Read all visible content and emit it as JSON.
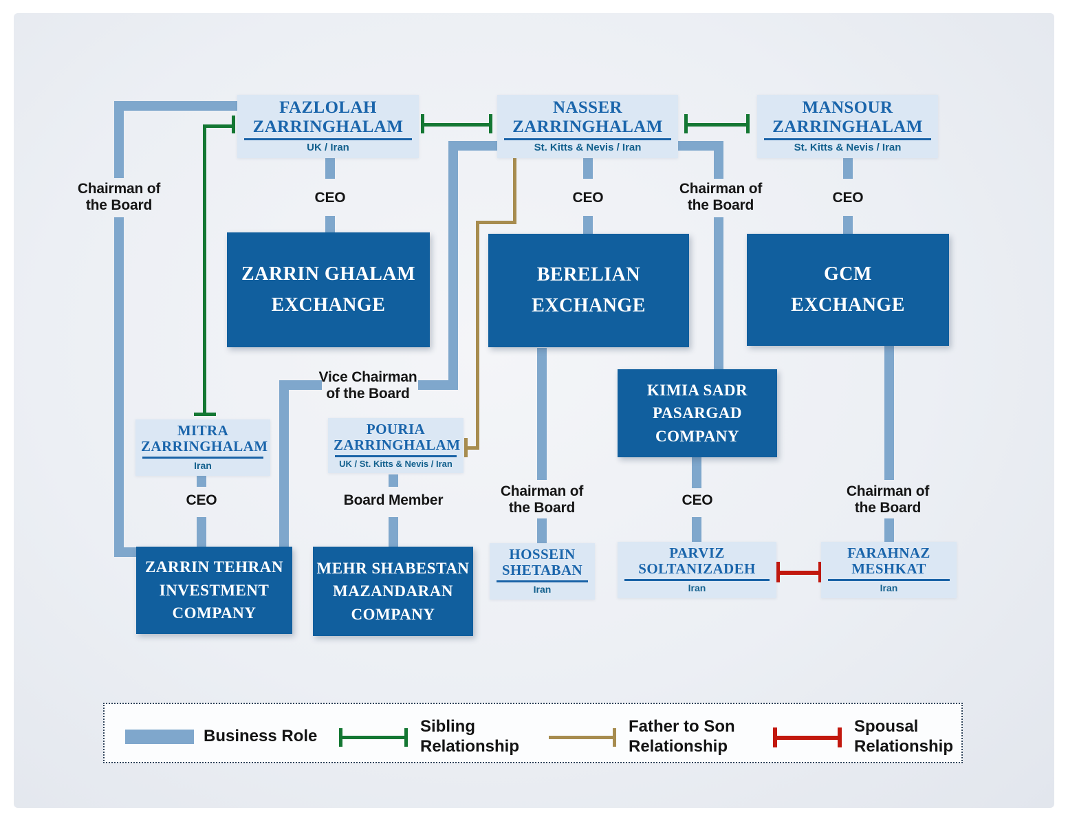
{
  "colors": {
    "company_box": "#115f9e",
    "person_node_bg": "#dbe7f4",
    "person_name_text": "#1a65ab",
    "country_text": "#14618e",
    "business_role_line": "#7fa7cc",
    "sibling_line": "#147733",
    "father_son_line": "#a78c4f",
    "spousal_line": "#c2180e",
    "role_label_text": "#151515",
    "panel_bg": "#edf0f4"
  },
  "persons": {
    "fazlolah": {
      "name": "FAZLOLAH\nZARRINGHALAM",
      "country": "UK / Iran"
    },
    "nasser": {
      "name": "NASSER\nZARRINGHALAM",
      "country": "St. Kitts & Nevis / Iran"
    },
    "mansour": {
      "name": "MANSOUR\nZARRINGHALAM",
      "country": "St. Kitts & Nevis / Iran"
    },
    "mitra": {
      "name": "MITRA\nZARRINGHALAM",
      "country": "Iran"
    },
    "pouria": {
      "name": "POURIA\nZARRINGHALAM",
      "country": "UK / St. Kitts & Nevis / Iran"
    },
    "hossein": {
      "name": "HOSSEIN\nSHETABAN",
      "country": "Iran"
    },
    "parviz": {
      "name": "PARVIZ\nSOLTANIZADEH",
      "country": "Iran"
    },
    "farahnaz": {
      "name": "FARAHNAZ\nMESHKAT",
      "country": "Iran"
    }
  },
  "companies": {
    "zarrin_ghalam": {
      "name": "ZARRIN GHALAM\nEXCHANGE"
    },
    "berelian": {
      "name": "BERELIAN\nEXCHANGE"
    },
    "gcm": {
      "name": "GCM\nEXCHANGE"
    },
    "kimia": {
      "name": "KIMIA SADR\nPASARGAD\nCOMPANY"
    },
    "zarrin_tehran": {
      "name": "ZARRIN TEHRAN\nINVESTMENT\nCOMPANY"
    },
    "mehr": {
      "name": "MEHR SHABESTAN\nMAZANDARAN\nCOMPANY"
    }
  },
  "roles": {
    "r1": "Chairman of\nthe Board",
    "r2": "CEO",
    "r3": "CEO",
    "r4": "Chairman of\nthe Board",
    "r5": "CEO",
    "r6": "Vice Chairman\nof the Board",
    "r7": "CEO",
    "r8": "Board Member",
    "r9": "Chairman of\nthe Board",
    "r10": "CEO",
    "r11": "Chairman of\nthe Board"
  },
  "legend": {
    "business_role": "Business Role",
    "sibling": "Sibling\nRelationship",
    "father_to_son": "Father to Son\nRelationship",
    "spousal": "Spousal\nRelationship"
  },
  "relationships": [
    {
      "from": "FAZLOLAH ZARRINGHALAM",
      "to": "ZARRIN GHALAM EXCHANGE",
      "type": "business",
      "role": "CEO"
    },
    {
      "from": "FAZLOLAH ZARRINGHALAM",
      "to": "ZARRIN TEHRAN INVESTMENT COMPANY",
      "type": "business",
      "role": "Chairman of the Board"
    },
    {
      "from": "NASSER ZARRINGHALAM",
      "to": "BERELIAN EXCHANGE",
      "type": "business",
      "role": "CEO"
    },
    {
      "from": "NASSER ZARRINGHALAM",
      "to": "ZARRIN TEHRAN INVESTMENT COMPANY",
      "type": "business",
      "role": "Vice Chairman of the Board"
    },
    {
      "from": "NASSER ZARRINGHALAM",
      "to": "KIMIA SADR PASARGAD COMPANY",
      "type": "business",
      "role": "Chairman of the Board"
    },
    {
      "from": "MANSOUR ZARRINGHALAM",
      "to": "GCM EXCHANGE",
      "type": "business",
      "role": "CEO"
    },
    {
      "from": "MITRA ZARRINGHALAM",
      "to": "ZARRIN TEHRAN INVESTMENT COMPANY",
      "type": "business",
      "role": "CEO"
    },
    {
      "from": "POURIA ZARRINGHALAM",
      "to": "MEHR SHABESTAN MAZANDARAN COMPANY",
      "type": "business",
      "role": "Board Member"
    },
    {
      "from": "HOSSEIN SHETABAN",
      "to": "BERELIAN EXCHANGE",
      "type": "business",
      "role": "Chairman of the Board"
    },
    {
      "from": "PARVIZ SOLTANIZADEH",
      "to": "KIMIA SADR PASARGAD COMPANY",
      "type": "business",
      "role": "CEO"
    },
    {
      "from": "FARAHNAZ MESHKAT",
      "to": "GCM EXCHANGE",
      "type": "business",
      "role": "Chairman of the Board"
    },
    {
      "from": "FAZLOLAH ZARRINGHALAM",
      "to": "NASSER ZARRINGHALAM",
      "type": "sibling"
    },
    {
      "from": "NASSER ZARRINGHALAM",
      "to": "MANSOUR ZARRINGHALAM",
      "type": "sibling"
    },
    {
      "from": "FAZLOLAH ZARRINGHALAM",
      "to": "MITRA ZARRINGHALAM",
      "type": "sibling"
    },
    {
      "from": "NASSER ZARRINGHALAM",
      "to": "POURIA ZARRINGHALAM",
      "type": "father_to_son"
    },
    {
      "from": "PARVIZ SOLTANIZADEH",
      "to": "FARAHNAZ MESHKAT",
      "type": "spousal"
    }
  ]
}
